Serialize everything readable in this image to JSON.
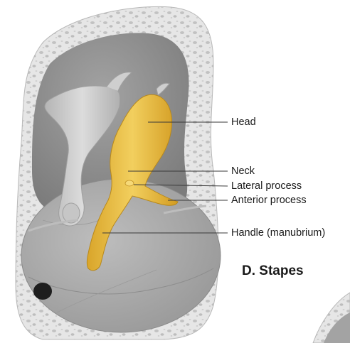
{
  "figure": {
    "labels": {
      "head": "Head",
      "neck": "Neck",
      "lateral_process": "Lateral process",
      "anterior_process": "Anterior process",
      "handle": "Handle (manubrium)"
    },
    "caption": "D. Stapes"
  },
  "colors": {
    "bone_fill": "#e2e2e2",
    "bone_dots": "#c4c4c4",
    "cavity": "#8f8f8f",
    "membrane": "#a9a9a9",
    "incus": "#c9c9c9",
    "malleus": "#e4b93f",
    "leader_line": "#3a3a3a"
  }
}
